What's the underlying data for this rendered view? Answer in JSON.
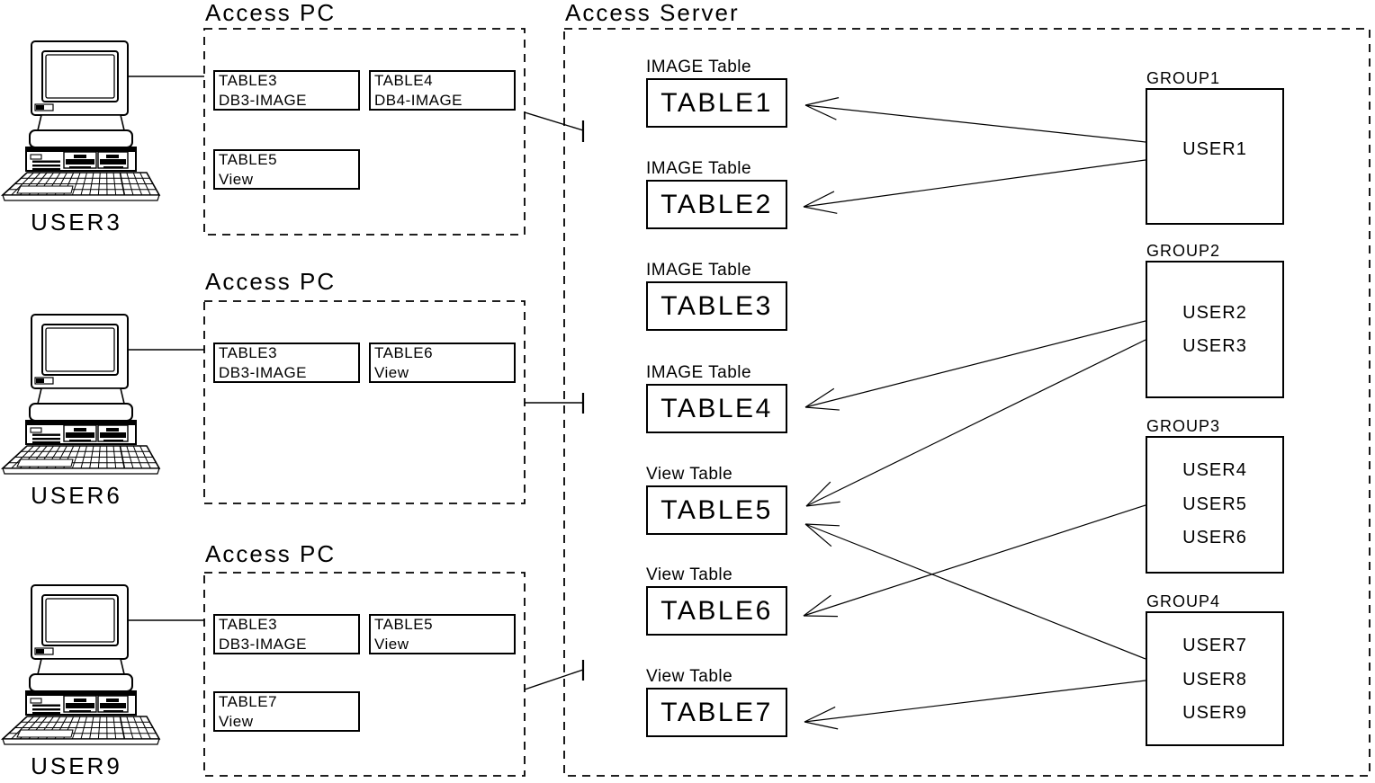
{
  "colors": {
    "ink": "#000000",
    "paper": "#ffffff"
  },
  "pcs": [
    {
      "title": "Access PC",
      "user": "USER3",
      "cards": [
        {
          "name": "TABLE3",
          "type": "DB3-IMAGE"
        },
        {
          "name": "TABLE4",
          "type": "DB4-IMAGE"
        },
        {
          "name": "TABLE5",
          "type": "View"
        }
      ]
    },
    {
      "title": "Access PC",
      "user": "USER6",
      "cards": [
        {
          "name": "TABLE3",
          "type": "DB3-IMAGE"
        },
        {
          "name": "TABLE6",
          "type": "View"
        }
      ]
    },
    {
      "title": "Access PC",
      "user": "USER9",
      "cards": [
        {
          "name": "TABLE3",
          "type": "DB3-IMAGE"
        },
        {
          "name": "TABLE5",
          "type": "View"
        },
        {
          "name": "TABLE7",
          "type": "View"
        }
      ]
    }
  ],
  "server": {
    "title": "Access Server",
    "tables": [
      {
        "label": "IMAGE Table",
        "name": "TABLE1"
      },
      {
        "label": "IMAGE Table",
        "name": "TABLE2"
      },
      {
        "label": "IMAGE Table",
        "name": "TABLE3"
      },
      {
        "label": "IMAGE Table",
        "name": "TABLE4"
      },
      {
        "label": "View Table",
        "name": "TABLE5"
      },
      {
        "label": "View Table",
        "name": "TABLE6"
      },
      {
        "label": "View Table",
        "name": "TABLE7"
      }
    ],
    "groups": [
      {
        "name": "GROUP1",
        "users": [
          "USER1"
        ]
      },
      {
        "name": "GROUP2",
        "users": [
          "USER2",
          "USER3"
        ]
      },
      {
        "name": "GROUP3",
        "users": [
          "USER4",
          "USER5",
          "USER6"
        ]
      },
      {
        "name": "GROUP4",
        "users": [
          "USER7",
          "USER8",
          "USER9"
        ]
      }
    ],
    "grants": [
      {
        "group": "GROUP1",
        "table": "TABLE1"
      },
      {
        "group": "GROUP1",
        "table": "TABLE2"
      },
      {
        "group": "GROUP2",
        "table": "TABLE4"
      },
      {
        "group": "GROUP2",
        "table": "TABLE5"
      },
      {
        "group": "GROUP3",
        "table": "TABLE6"
      },
      {
        "group": "GROUP4",
        "table": "TABLE5"
      },
      {
        "group": "GROUP4",
        "table": "TABLE7"
      }
    ]
  }
}
